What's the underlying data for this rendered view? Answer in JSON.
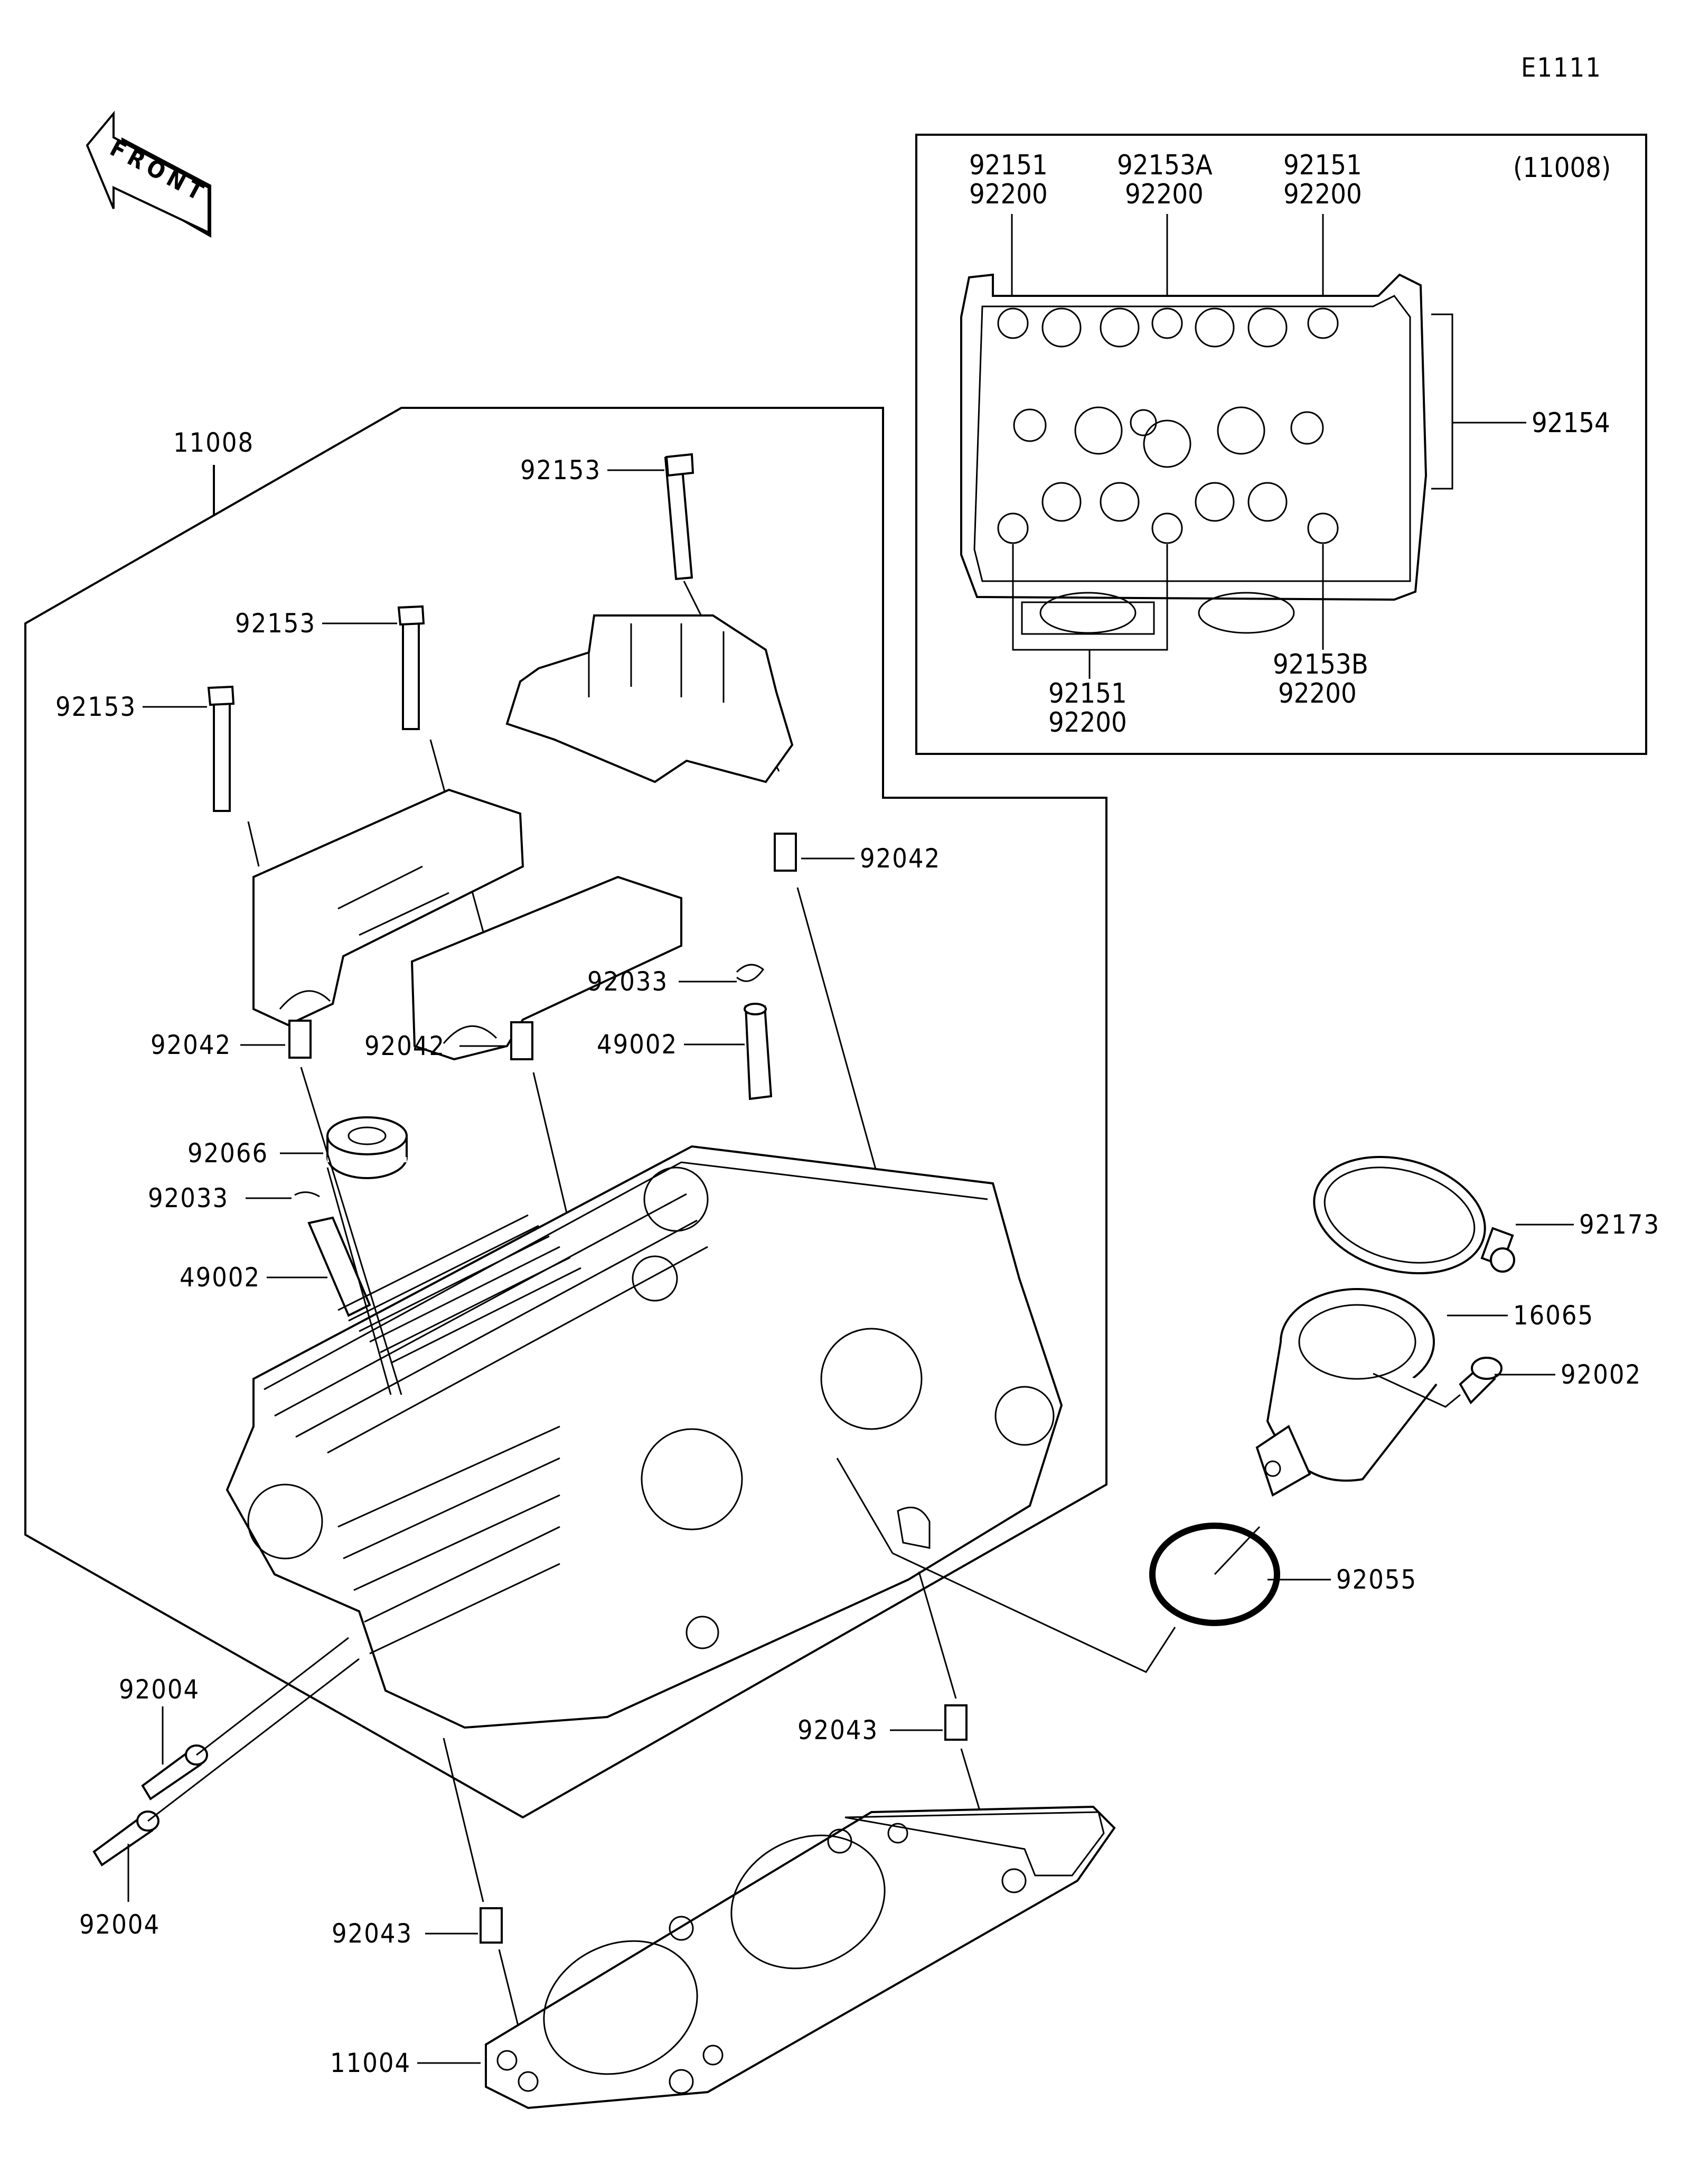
{
  "diagram": {
    "figure_code": "E1111",
    "orientation_label": "FRONT",
    "inset": {
      "assembly_ref": "(11008)",
      "top_callouts": [
        {
          "lines": [
            "92151",
            "92200"
          ]
        },
        {
          "lines": [
            "92153A",
            "92200"
          ]
        },
        {
          "lines": [
            "92151",
            "92200"
          ]
        }
      ],
      "right_callout": "92154",
      "bottom_callouts": [
        {
          "lines": [
            "92151",
            "92200"
          ]
        },
        {
          "lines": [
            "92153B",
            "92200"
          ]
        }
      ]
    },
    "assembly_label": "11008",
    "callouts": {
      "bolt_a": "92153",
      "bolt_b": "92153",
      "bolt_c": "92153",
      "dowel_right": "92042",
      "dowel_left": "92042",
      "dowel_mid": "92042",
      "clip_right": "92033",
      "guide_right": "49002",
      "plug": "92066",
      "clip_left": "92033",
      "guide_left": "49002",
      "clamp": "92173",
      "holder": "16065",
      "screw": "92002",
      "oring": "92055",
      "stud_top": "92004",
      "stud_bottom": "92004",
      "dowel_lower_right": "92043",
      "dowel_lower_left": "92043",
      "gasket": "11004"
    }
  }
}
